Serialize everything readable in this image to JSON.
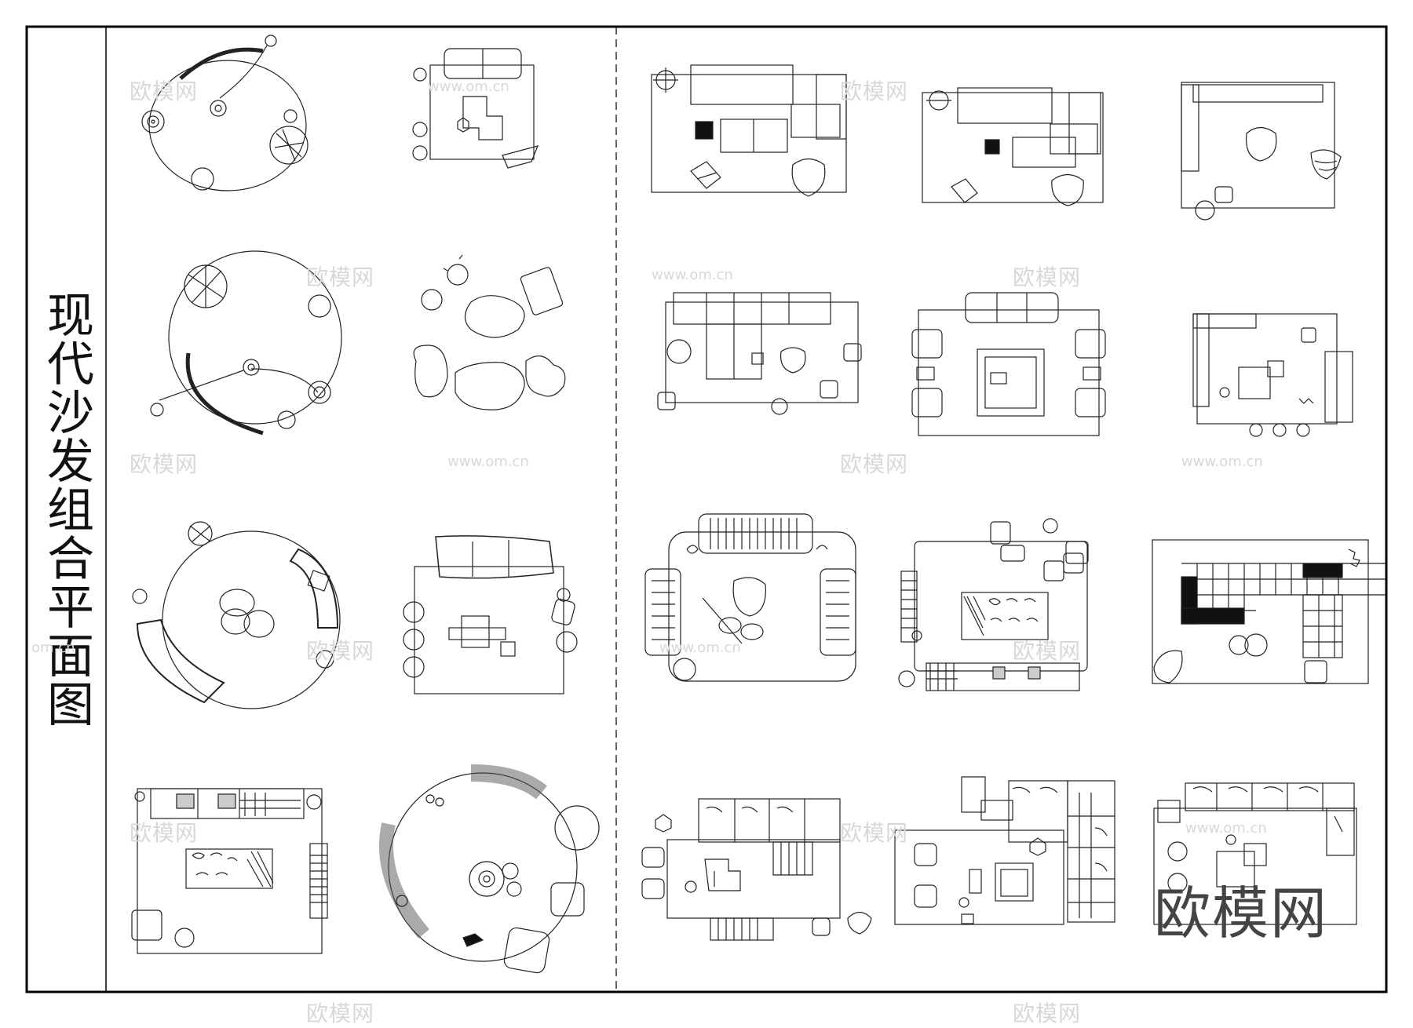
{
  "title": "现代沙发组合平面图",
  "brand_mark": "欧模网",
  "watermarks": {
    "brand_text": "欧模网",
    "url_text": "www.om.cn",
    "short_url": "om.cn"
  },
  "colors": {
    "line": "#222222",
    "frame": "#000000",
    "watermark": "#d8d8d8",
    "fill_dark": "#111111"
  },
  "layout_blocks": {
    "left_panel_count": 8,
    "right_panel_count": 12
  }
}
